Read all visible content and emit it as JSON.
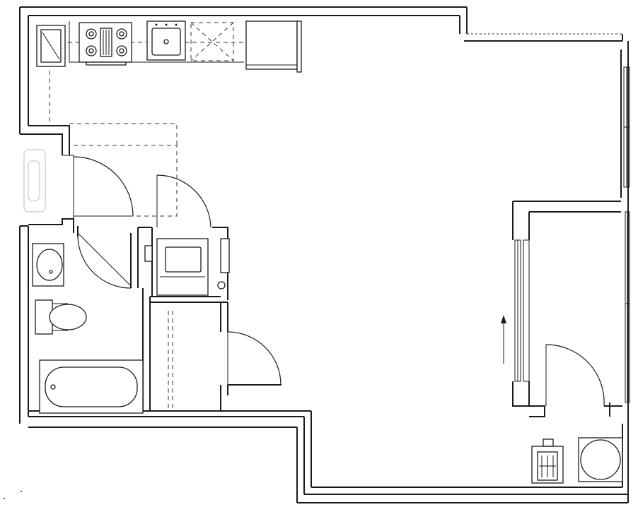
{
  "plan": {
    "rooms": [
      "kitchen",
      "bathroom",
      "hall-closet",
      "living-area",
      "bedroom-nook",
      "utility-closet"
    ],
    "fixtures": [
      "range",
      "kitchen-sink",
      "dishwasher",
      "refrigerator",
      "bath-sink",
      "toilet",
      "bathtub",
      "stacked-washer-dryer",
      "water-heater",
      "furnace"
    ],
    "doors": [
      "entry-door",
      "bathroom-door",
      "hall-closet-door",
      "closet-door",
      "bedroom-door"
    ],
    "colors": {
      "line": "#1a1a1a",
      "background": "#ffffff"
    }
  }
}
